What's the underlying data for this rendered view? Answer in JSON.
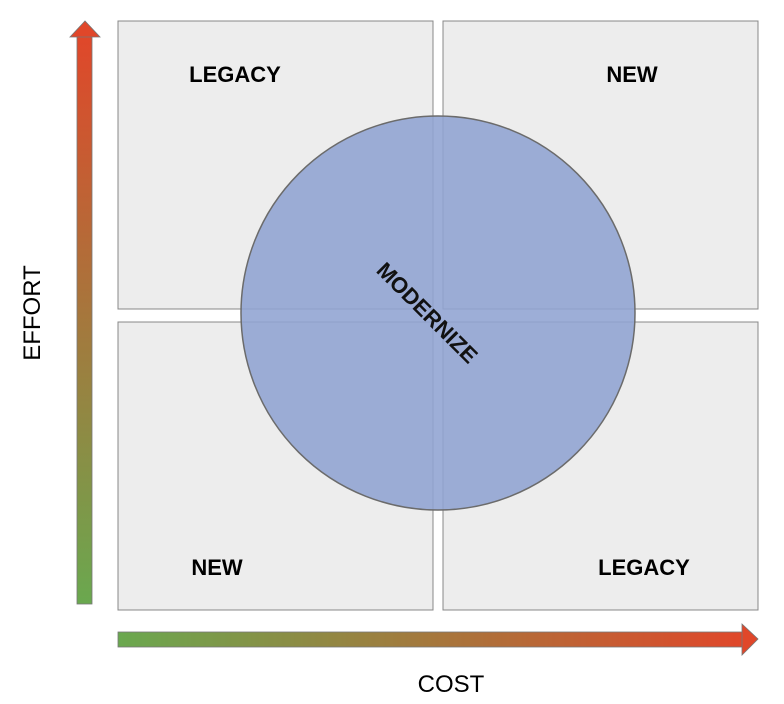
{
  "quadrants": {
    "top_left": "LEGACY",
    "top_right": "NEW",
    "bottom_left": "NEW",
    "bottom_right": "LEGACY"
  },
  "center": {
    "label": "MODERNIZE"
  },
  "axes": {
    "vertical_label": "EFFORT",
    "horizontal_label": "COST"
  },
  "colors": {
    "quadrant_fill": "#ededed",
    "quadrant_stroke": "#888888",
    "circle_fill": "#8fa3d2",
    "circle_stroke": "#6b6b6b",
    "arrow_low": "#6aa84f",
    "arrow_high": "#e0472a"
  }
}
